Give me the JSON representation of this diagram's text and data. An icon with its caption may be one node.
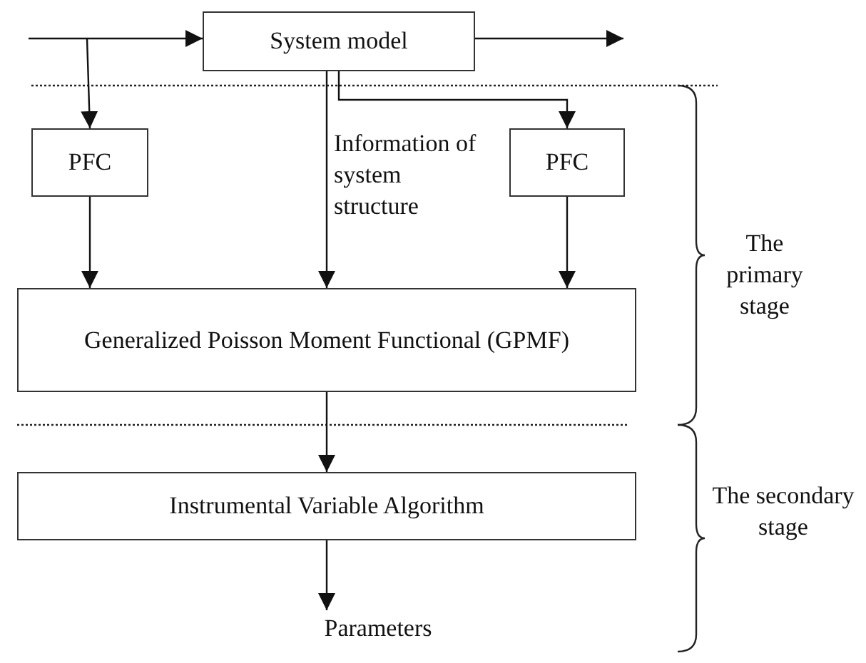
{
  "diagram": {
    "nodes": [
      {
        "text": [
          "System model"
        ]
      },
      {
        "text": [
          "PFC"
        ]
      },
      {
        "text": [
          "PFC"
        ]
      },
      {
        "text": [
          "Generalized Poisson Moment Functional (GPMF)"
        ]
      },
      {
        "text": [
          "Instrumental Variable Algorithm"
        ]
      },
      {
        "text": [
          "Parameters"
        ]
      }
    ],
    "edges": [
      {
        "from": null,
        "to": 0,
        "arrow": "to"
      },
      {
        "from": null,
        "to": 1,
        "arrow": "to"
      },
      {
        "from": 0,
        "to": null,
        "arrow": "to"
      },
      {
        "from": 0,
        "to": 2,
        "arrow": "to"
      },
      {
        "from": 1,
        "to": 3,
        "arrow": "to"
      },
      {
        "from": 0,
        "to": 3,
        "arrow": "to",
        "label": "Information of system structure"
      },
      {
        "from": 2,
        "to": 3,
        "arrow": "to"
      },
      {
        "from": 3,
        "to": 4,
        "arrow": "to"
      },
      {
        "from": 4,
        "to": 5,
        "arrow": "to"
      }
    ],
    "labels": [
      "The primary stage",
      "The secondary stage"
    ]
  }
}
